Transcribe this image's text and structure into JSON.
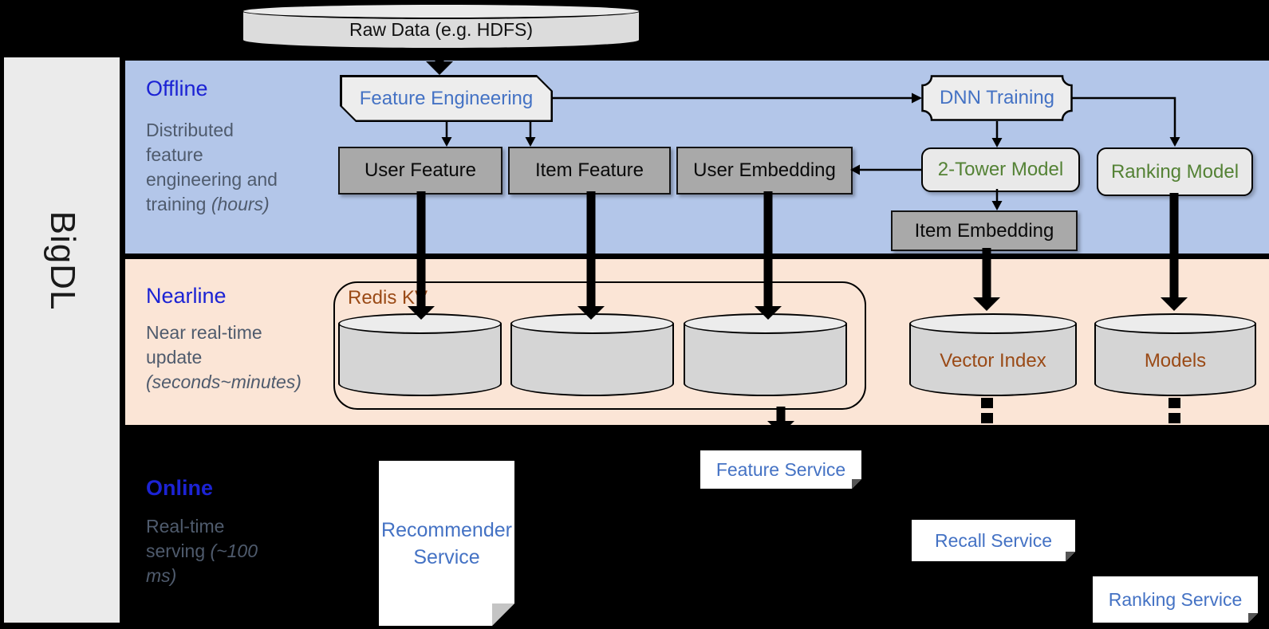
{
  "brand": {
    "label": "BigDL"
  },
  "raw_data": {
    "label": "Raw Data (e.g. HDFS)"
  },
  "sections": {
    "offline": {
      "title": "Offline",
      "desc": "Distributed feature engineering and training ",
      "desc_italic": "(hours)"
    },
    "nearline": {
      "title": "Nearline",
      "desc": "Near real-time update ",
      "desc_italic": "(seconds~minutes)"
    },
    "online": {
      "title": "Online",
      "desc": "Real-time serving ",
      "desc_italic": "(~100 ms)"
    }
  },
  "offline_nodes": {
    "feature_engineering": "Feature Engineering",
    "dnn_training": "DNN Training",
    "user_feature": "User Feature",
    "item_feature": "Item Feature",
    "user_embedding": "User Embedding",
    "two_tower_model": "2-Tower Model",
    "ranking_model": "Ranking Model",
    "item_embedding": "Item Embedding"
  },
  "nearline_nodes": {
    "redis_kv": "Redis KV",
    "vector_index": "Vector Index",
    "models": "Models"
  },
  "online_nodes": {
    "recommender_service": "Recommender Service",
    "feature_service": "Feature Service",
    "recall_service": "Recall Service",
    "ranking_service": "Ranking Service"
  },
  "colors": {
    "offline_band": "#b3c6e9",
    "nearline_band": "#fbe5d6",
    "online_band": "#000000",
    "section_title_blue": "#1c23d4",
    "node_text_blue": "#4472c4",
    "model_text_green": "#548235",
    "storage_text_brown": "#9a4a16",
    "desc_gray": "#4f5b6d"
  }
}
